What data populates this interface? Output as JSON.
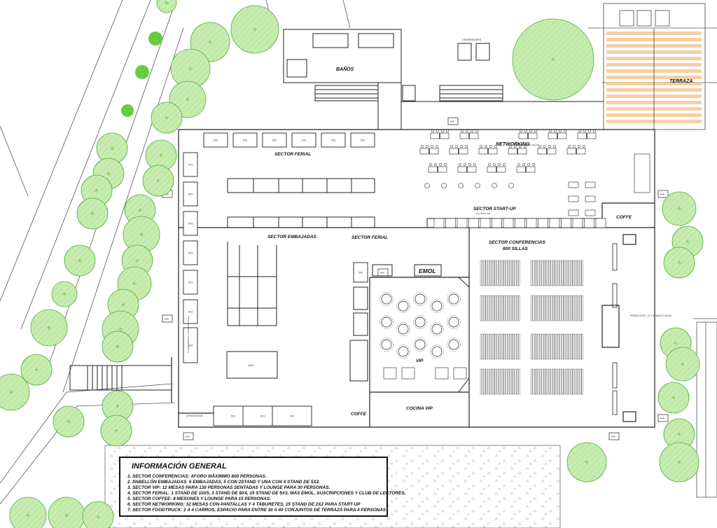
{
  "labels": {
    "banos": "BAÑOS",
    "generadores": "GENERADORES",
    "terraza": "TERRAZA",
    "networking": "NETWORKING",
    "networking_sub": "NETWORKING SALON",
    "sector_ferial_top": "SECTOR FERIAL",
    "sector_ferial_mid": "SECTOR FERIAL",
    "sector_embajadas": "SECTOR EMBAJADAS",
    "sector_startup": "SECTOR START-UP",
    "startup_sub": "15 STAND 2X2",
    "coffe_right": "COFFE",
    "coffe_bottom": "COFFE",
    "sector_conferencias": "SECTOR CONFERENCIAS",
    "sillas": "800 SILLAS",
    "emol": "EMOL",
    "vip": "VIP",
    "cocina_vip": "COCINA VIP",
    "produccion": "PRODUCCION - JC Y SONIDO & SALAS",
    "acreditacion": "ACREDITACION",
    "guardarropia": "GUARDARROPIA Y SUSCRIPCIONES"
  },
  "info": {
    "title": "INFORMACIÓN GENERAL",
    "lines": [
      "1. SECTOR CONFERENCIAS: AFORO MÁXIMMO  800 PERSONAS.",
      "2. PABELLÓN EMBAJADAS: 6 EMBAJADAS, 5 CON 2STAND Y UNA CON 4 STAND DE 5X2.",
      "3. SECTOR VIP: 12 MESAS PARA 130 PERSONAS SENTADAS Y LOUNGE PARA 30 PERSONAS.",
      "4. SECTOR FERIAL: 1 STAND DE 10X5, 3 STAND DE 8X4, 15 STAND DE 5X3, MÁS EMOL, SUSCRIPCIONES Y CLUB DE LECTORES.",
      "5. SECTOR COFFEE: 8 MESONES Y LOUNGE PARA 15 PERSONAS.",
      "6. SECTOR NETWORKING: 32 MESAS CON PANTALLAS Y 4 TABURETES, 15 STAND DE 2X2 PARA START-UP",
      "7. SECTOR FOODTRUCK: 2 A 4 CARROS, ESPACIO PARA ENTRE 30 A 40 CONJUNTOS DE TERRAZA PARA 4 PERSONAS"
    ]
  },
  "markers": {
    "stand": "5X3",
    "stand_big": "10X5",
    "arb": "ARB",
    "pais": "PAIS 1 2 STAND 5X2"
  },
  "colors": {
    "line": "#222222",
    "tree_fill": "#c8ecb0",
    "tree_stroke": "#4caf3a",
    "tree_solid": "#66cc44",
    "terrace": "#f3c48e",
    "gravel": "#c9c9c9"
  }
}
